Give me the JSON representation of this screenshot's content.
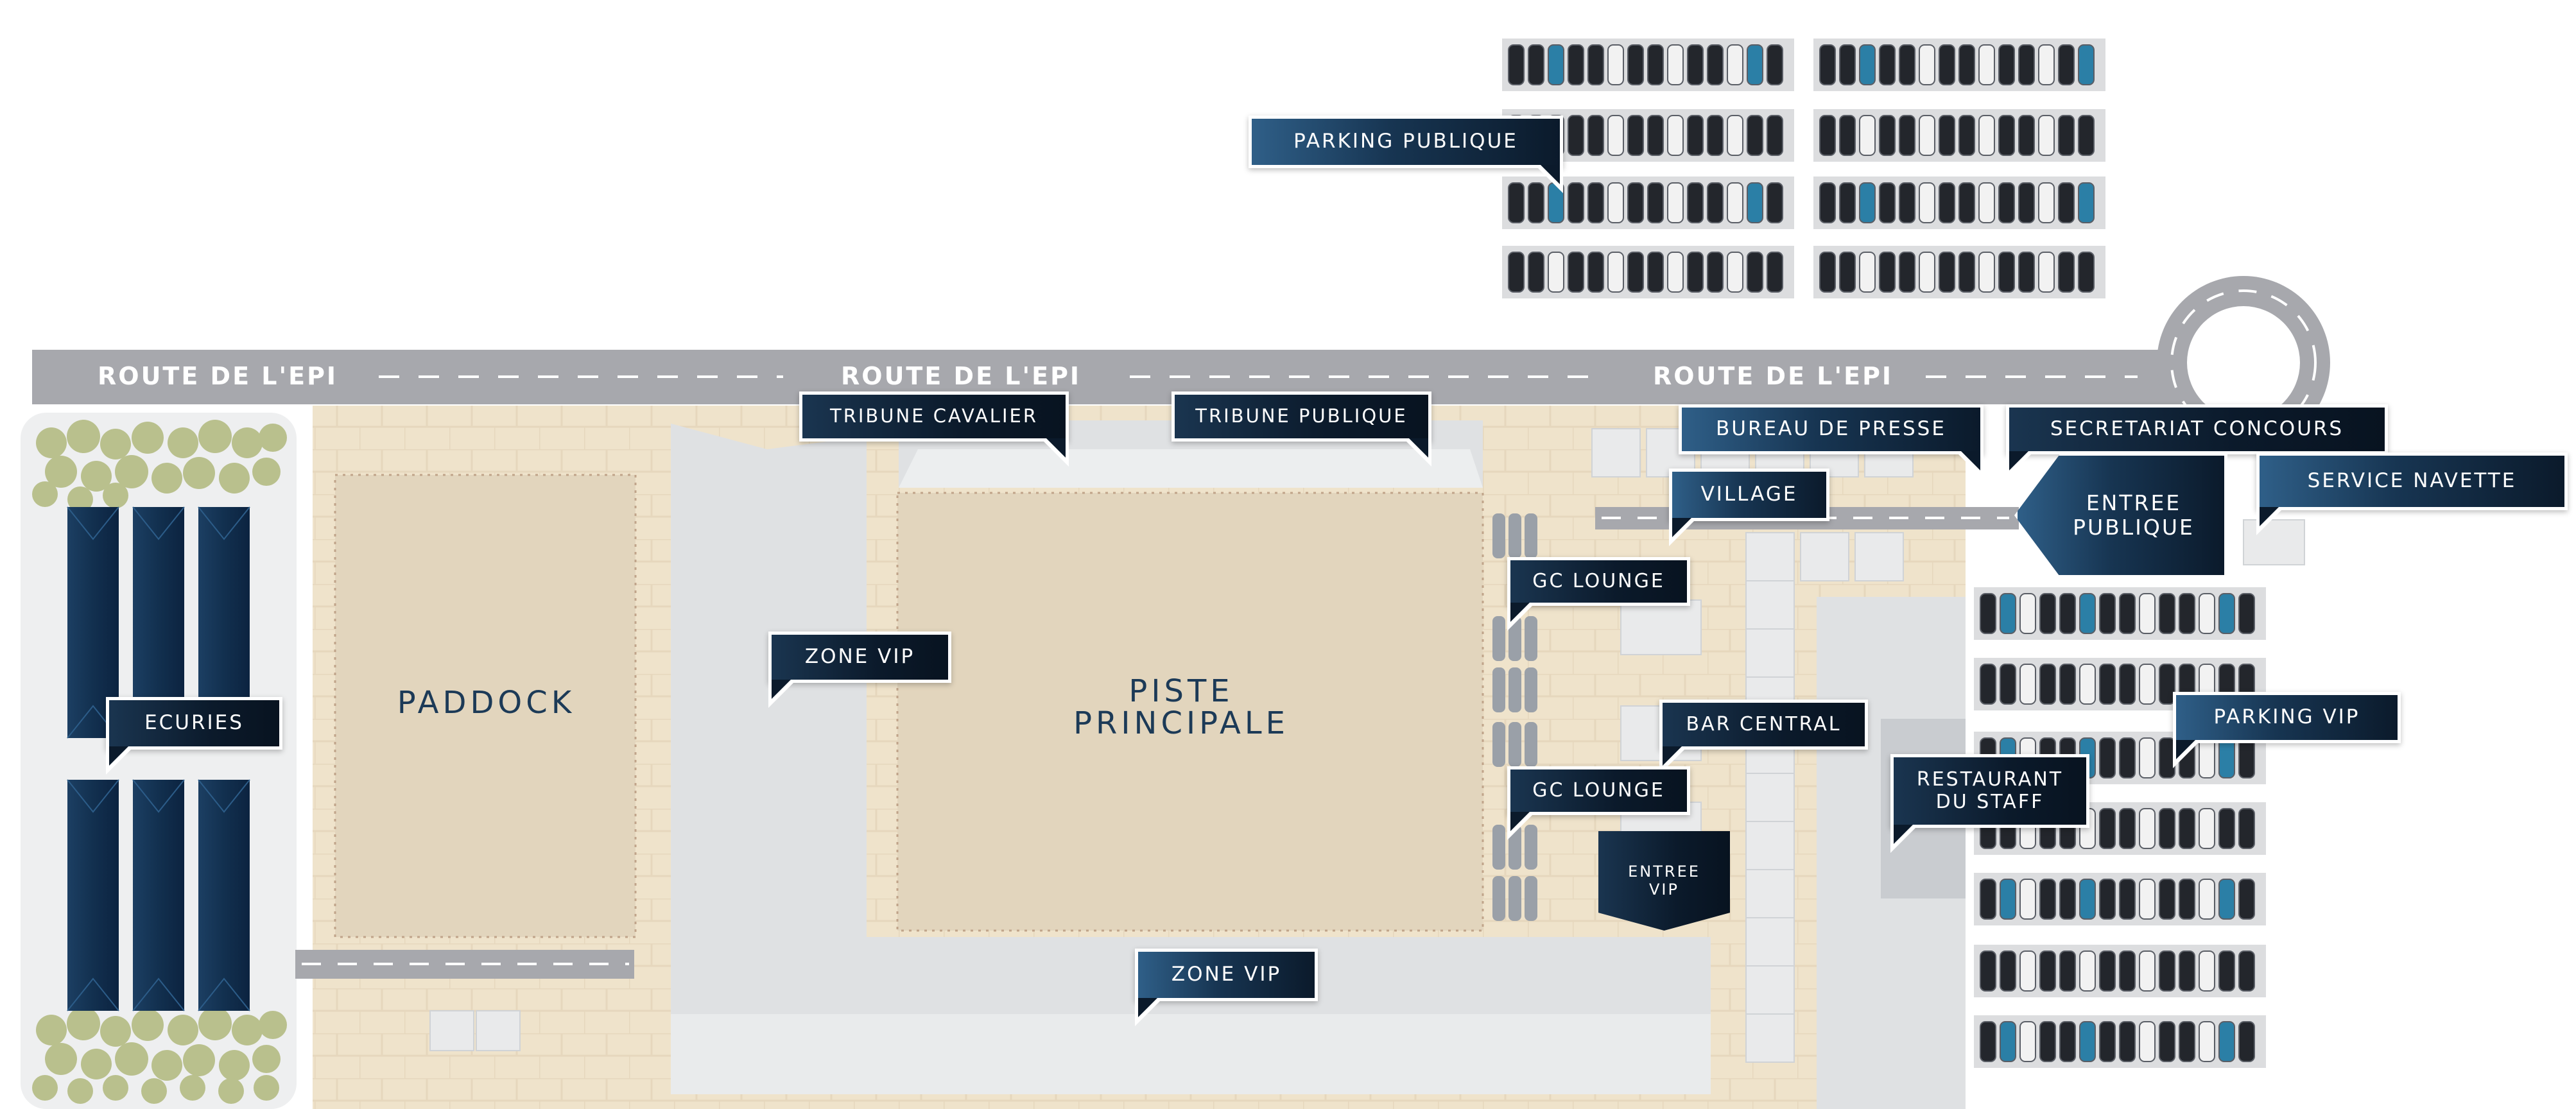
{
  "roads": {
    "label_1": "ROUTE DE L'EPI",
    "label_2": "ROUTE DE L'EPI",
    "label_3": "ROUTE DE L'EPI"
  },
  "zones": {
    "paddock": "PADDOCK",
    "piste_principale": "PISTE\nPRINCIPALE"
  },
  "callouts": {
    "parking_publique": "PARKING PUBLIQUE",
    "tribune_cavalier": "TRIBUNE CAVALIER",
    "tribune_publique": "TRIBUNE PUBLIQUE",
    "bureau_de_presse": "BUREAU DE PRESSE",
    "secretariat_concours": "SECRETARIAT CONCOURS",
    "village": "VILLAGE",
    "entree_publique": "ENTREE\nPUBLIQUE",
    "service_navette": "SERVICE NAVETTE",
    "gc_lounge_top": "GC LOUNGE",
    "zone_vip_left": "ZONE VIP",
    "ecuries": "ECURIES",
    "bar_central": "BAR CENTRAL",
    "parking_vip": "PARKING VIP",
    "restaurant_du_staff": "RESTAURANT\nDU STAFF",
    "gc_lounge_bottom": "GC LOUNGE",
    "entree_vip": "ENTREE\nVIP",
    "zone_vip_bottom": "ZONE VIP"
  },
  "colors": {
    "navy": "#173552",
    "accent_blue": "#2f5f88",
    "car_teal": "#2b7fa6",
    "sand": "#efe3cb",
    "arena": "#e2d5bd",
    "road": "#a7a8ad",
    "grey_building": "#dfe1e3",
    "trees": "#b9c08d"
  },
  "icons": [
    "car-icon",
    "tree-icon",
    "stable-building-icon",
    "roundabout-icon",
    "tent-icon"
  ]
}
